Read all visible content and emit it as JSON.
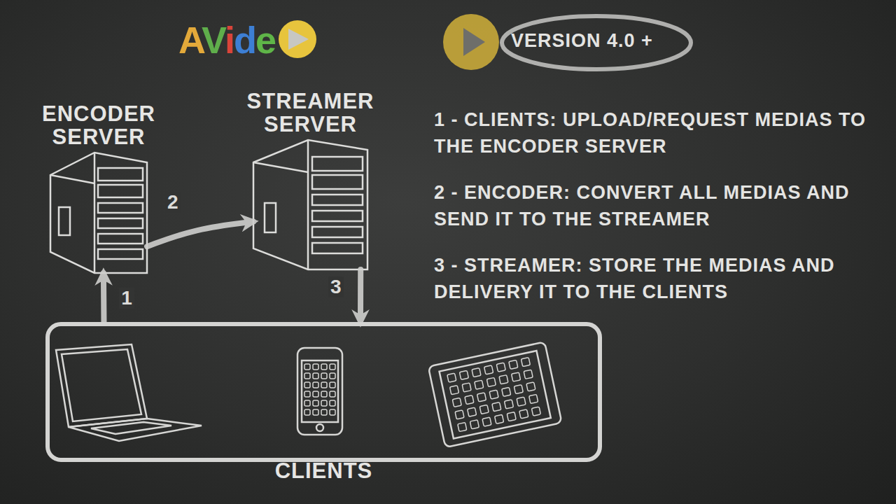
{
  "diagram": {
    "nodes": [
      {
        "text": [
          "ENCODER SERVER"
        ]
      },
      {
        "text": [
          "STREAMER SERVER"
        ]
      },
      {
        "text": [
          "CLIENTS"
        ]
      }
    ],
    "edges": [
      {
        "from": 0,
        "to": 1,
        "arrow": "to",
        "label": "2"
      },
      {
        "from": 2,
        "to": 0,
        "arrow": "to",
        "label": "1"
      },
      {
        "from": 1,
        "to": 2,
        "arrow": "to",
        "label": "3"
      }
    ],
    "labels": [
      "AVide",
      "VERSION 4.0 +",
      "1 - CLIENTS: UPLOAD/REQUEST MEDIAS TO THE ENCODER SERVER",
      "2 - ENCODER: CONVERT ALL MEDIAS AND SEND IT TO THE STREAMER",
      "3 - STREAMER: STORE THE MEDIAS AND DELIVERY IT TO THE CLIENTS"
    ]
  }
}
